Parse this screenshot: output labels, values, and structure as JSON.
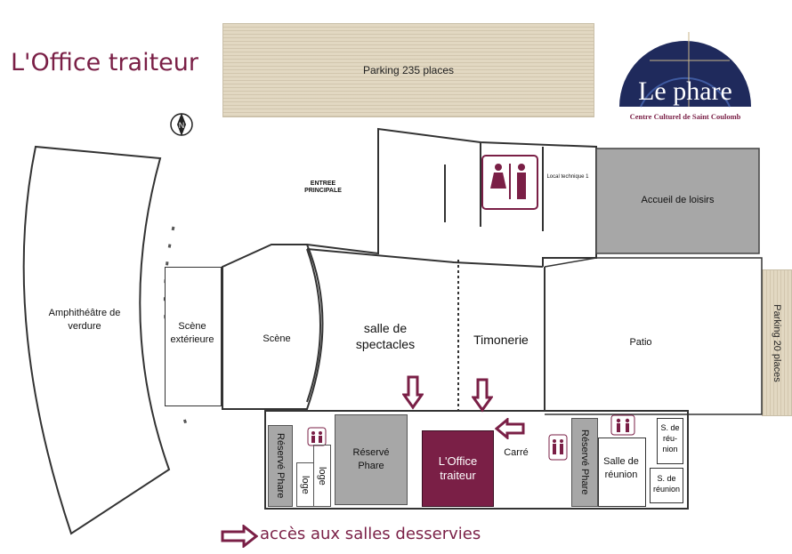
{
  "title": "L'Office traiteur",
  "parking_main": "Parking 235 places",
  "parking_side": "Parking  20 places",
  "logo": {
    "name": "Le phare",
    "sub": "Centre Culturel de Saint Coulomb"
  },
  "entrance": "ENTREE PRINCIPALE",
  "local": "Local technique 1",
  "rooms": {
    "amphi": "Amphithéâtre de verdure",
    "scene_ext": "Scène extérieure",
    "scene": "Scène",
    "salle": "salle de spectacles",
    "timonerie": "Timonerie",
    "patio": "Patio",
    "accueil": "Accueil de loisirs",
    "reserve_left": "Réservé Phare",
    "loge1": "loge",
    "loge2": "loge",
    "reserve_phare": "Réservé Phare",
    "office": "L'Office traiteur",
    "carre": "Carré",
    "reserve_right": "Réservé Phare",
    "salle_reunion": "Salle de réunion",
    "s_reunion_1": "S. de réu-nion",
    "s_reunion_2": "S. de réunion"
  },
  "legend": "accès aux salles desservies",
  "colors": {
    "accent": "#7a1f46",
    "gray_room": "#a7a7a7",
    "parking": "#e2d8c2",
    "logo_bg": "#1f2a5c"
  }
}
